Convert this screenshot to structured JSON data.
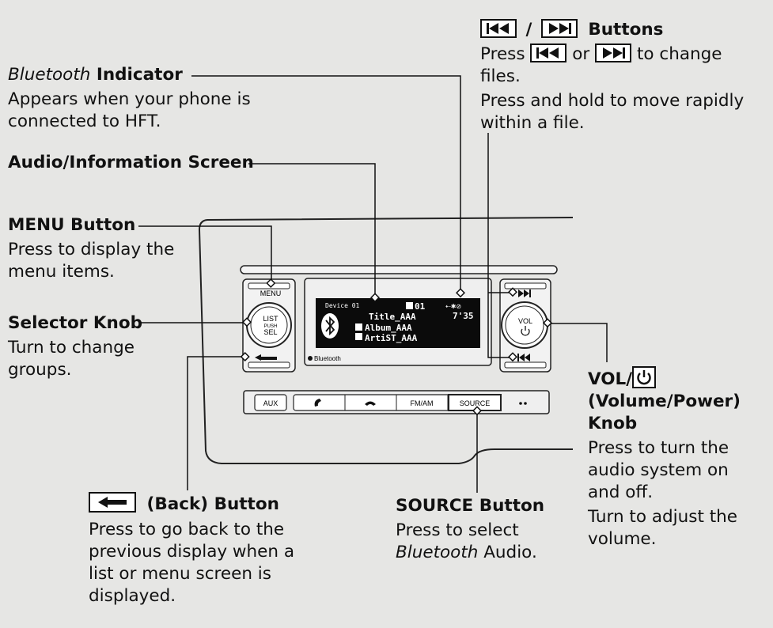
{
  "labels": {
    "bt_indicator": {
      "title_italic": "Bluetooth",
      "title_rest": " Indicator",
      "desc": [
        "Appears when your phone is",
        "connected to HFT."
      ]
    },
    "audio_screen": {
      "title": "Audio/Information Screen"
    },
    "menu_button": {
      "title": "MENU Button",
      "desc": [
        "Press to display the",
        "menu items."
      ]
    },
    "selector_knob": {
      "title": "Selector Knob",
      "desc": [
        "Turn to change",
        "groups."
      ]
    },
    "back_button": {
      "title": "(Back) Button",
      "desc": [
        "Press to go back to the",
        "previous display when a",
        "list or menu screen is",
        "displayed."
      ]
    },
    "source_button": {
      "title": "SOURCE Button",
      "desc_line1": "Press to select",
      "desc_italic": "Bluetooth",
      "desc_rest": " Audio."
    },
    "skip_buttons": {
      "title_sep": "/",
      "title_rest": "Buttons",
      "line1_a": "Press",
      "line1_or": "or",
      "line1_b": "to change",
      "line2": "files.",
      "line3": [
        "Press and hold to move rapidly",
        "within a file."
      ]
    },
    "vol_knob": {
      "title_a": "VOL/",
      "title_b": "(Volume/Power)",
      "title_c": "Knob",
      "desc": [
        "Press to turn the",
        "audio system on",
        "and off.",
        "Turn to adjust the",
        "volume."
      ]
    }
  },
  "unit": {
    "menu_label": "MENU",
    "selector_lines": [
      "LIST",
      "PUSH",
      "SEL"
    ],
    "vol_lines": [
      "VOL"
    ],
    "bluetooth_label": "Bluetooth",
    "screen": {
      "device": "Device 01",
      "track": "01",
      "time": "7'35",
      "title": "Title_AAA",
      "album": "Album_AAA",
      "artist": "ArtiST_AAA"
    },
    "bottom_buttons": [
      "AUX",
      "FM/AM",
      "SOURCE"
    ]
  }
}
